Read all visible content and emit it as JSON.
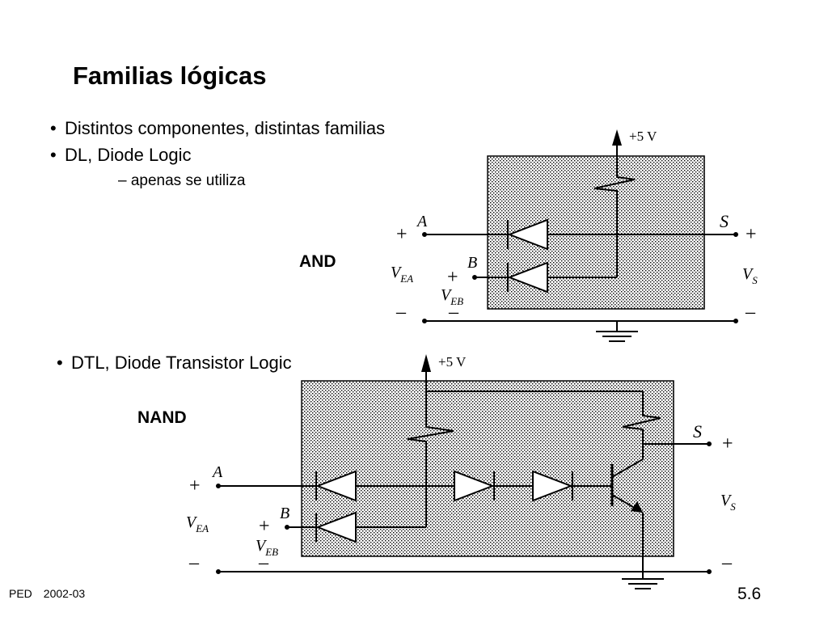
{
  "slide": {
    "title": "Familias lógicas",
    "bullets": [
      "Distintos componentes, distintas familias",
      "DL, Diode Logic"
    ],
    "sub_bullet": "– apenas se utiliza",
    "bullet_dtl": "DTL, Diode Transistor Logic",
    "bullet_symbol": "•",
    "footer_course": "PED",
    "footer_year": "2002-03",
    "page_number": "5.6"
  },
  "and_circuit": {
    "gate_label": "AND",
    "supply": "+5 V",
    "input_a": "A",
    "input_b": "B",
    "output": "S",
    "v_symbol": "V",
    "vea_sub": "EA",
    "veb_sub": "EB",
    "vs_sub": "S",
    "plus": "+",
    "minus": "–"
  },
  "nand_circuit": {
    "gate_label": "NAND",
    "supply": "+5 V",
    "input_a": "A",
    "input_b": "B",
    "output": "S",
    "v_symbol": "V",
    "vea_sub": "EA",
    "veb_sub": "EB",
    "vs_sub": "S",
    "plus": "+",
    "minus": "–"
  }
}
